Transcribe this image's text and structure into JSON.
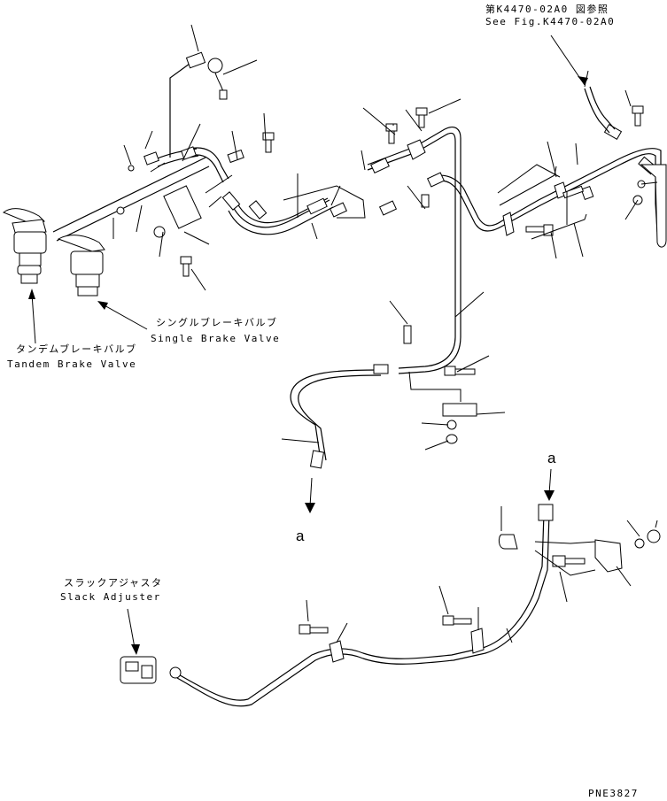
{
  "labels": {
    "ref_jp": "第K4470-02A0 図参照",
    "ref_en": "See Fig.K4470-02A0",
    "single_jp": "シングルブレーキバルブ",
    "single_en": "Single Brake Valve",
    "tandem_jp": "タンデムブレーキバルブ",
    "tandem_en": "Tandem Brake Valve",
    "slack_jp": "スラックアジャスタ",
    "slack_en": "Slack Adjuster",
    "connector_top": "a",
    "connector_bottom": "a",
    "drawing_no": "PNE3827"
  },
  "colors": {
    "line": "#000000",
    "background": "#ffffff"
  }
}
